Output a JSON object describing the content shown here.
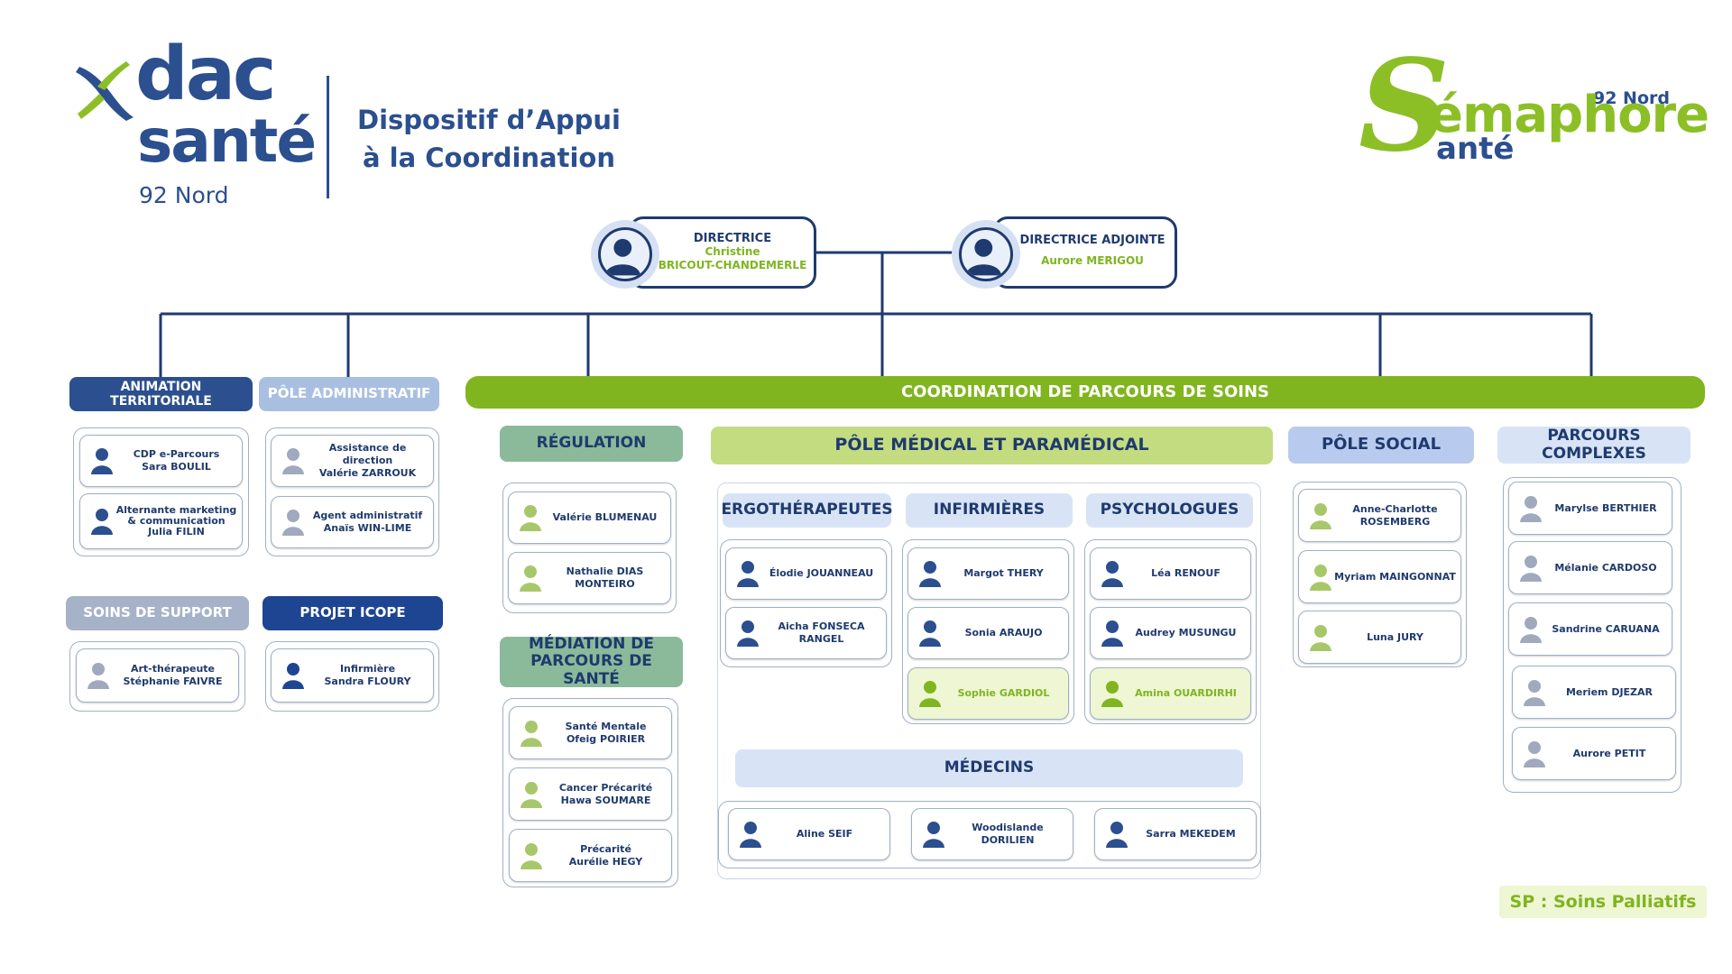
{
  "header": {
    "dac_logo": {
      "word": "dac",
      "word2": "santé",
      "sub": "92 Nord"
    },
    "title_line1": "Dispositif d’Appui",
    "title_line2": "à la Coordination",
    "semaphore_logo": {
      "s": "S",
      "word": "émaphore",
      "sante": "anté",
      "region": "92 Nord"
    }
  },
  "directors": [
    {
      "title": "DIRECTRICE",
      "name_line1": "Christine",
      "name_line2": "BRICOUT-CHANDEMERLE"
    },
    {
      "title": "DIRECTRICE ADJOINTE",
      "name_line1": "Aurore MERIGOU",
      "name_line2": ""
    }
  ],
  "colors": {
    "navy": "#1f3a6e",
    "green": "#80b51f",
    "lime_highlight": "#eef6d3",
    "person_icon_navy": "#2b4f8f",
    "person_icon_gray": "#a0a9bd",
    "person_icon_green": "#a7c86a"
  },
  "sections": {
    "animation": {
      "title": "ANIMATION TERRITORIALE",
      "people": [
        {
          "l1": "CDP e-Parcours",
          "l2": "Sara BOULIL",
          "icon": "navy"
        },
        {
          "l1": "Alternante marketing",
          "l2": "& communication",
          "l3": "Julia FILIN",
          "icon": "navy"
        }
      ]
    },
    "administratif": {
      "title": "PÔLE ADMINISTRATIF",
      "people": [
        {
          "l1": "Assistance de direction",
          "l2": "Valérie ZARROUK",
          "icon": "gray"
        },
        {
          "l1": "Agent administratif",
          "l2": "Anaïs WIN-LIME",
          "icon": "gray"
        }
      ]
    },
    "soins_support": {
      "title": "SOINS DE SUPPORT",
      "people": [
        {
          "l1": "Art-thérapeute",
          "l2": "Stéphanie FAIVRE",
          "icon": "gray"
        }
      ]
    },
    "icope": {
      "title": "PROJET ICOPE",
      "people": [
        {
          "l1": "Infirmière",
          "l2": "Sandra FLOURY",
          "icon": "navy"
        }
      ]
    },
    "coordination": {
      "title": "COORDINATION DE PARCOURS DE SOINS"
    },
    "regulation": {
      "title": "RÉGULATION",
      "people": [
        {
          "l1": "Valérie BLUMENAU",
          "icon": "green"
        },
        {
          "l1": "Nathalie DIAS MONTEIRO",
          "icon": "green"
        }
      ]
    },
    "mediation": {
      "title_line1": "MÉDIATION DE",
      "title_line2": "PARCOURS DE SANTÉ",
      "people": [
        {
          "l1": "Santé Mentale",
          "l2": "Ofeig POIRIER",
          "icon": "green"
        },
        {
          "l1": "Cancer Précarité",
          "l2": "Hawa SOUMARE",
          "icon": "green"
        },
        {
          "l1": "Précarité",
          "l2": "Aurélie HEGY",
          "icon": "green"
        }
      ]
    },
    "medical": {
      "title": "PÔLE MÉDICAL ET PARAMÉDICAL",
      "ergo": {
        "title": "ERGOTHÉRAPEUTES",
        "people": [
          {
            "l1": "Élodie JOUANNEAU",
            "icon": "navy"
          },
          {
            "l1": "Aicha FONSECA RANGEL",
            "icon": "navy"
          }
        ]
      },
      "infirmieres": {
        "title": "INFIRMIÈRES",
        "people": [
          {
            "l1": "Margot THERY",
            "icon": "navy"
          },
          {
            "l1": "Sonia ARAUJO",
            "icon": "navy"
          },
          {
            "l1": "Sophie GARDIOL",
            "icon": "green",
            "highlight": true
          }
        ]
      },
      "psychologues": {
        "title": "PSYCHOLOGUES",
        "people": [
          {
            "l1": "Léa RENOUF",
            "icon": "navy"
          },
          {
            "l1": "Audrey MUSUNGU",
            "icon": "navy"
          },
          {
            "l1": "Amina OUARDIRHI",
            "icon": "green",
            "highlight": true
          }
        ]
      },
      "medecins": {
        "title": "MÉDECINS",
        "people": [
          {
            "l1": "Aline SEIF",
            "icon": "navy"
          },
          {
            "l1": "Woodislande DORILIEN",
            "icon": "navy"
          },
          {
            "l1": "Sarra MEKEDEM",
            "icon": "navy"
          }
        ]
      }
    },
    "social": {
      "title": "PÔLE SOCIAL",
      "people": [
        {
          "l1": "Anne-Charlotte",
          "l2": "ROSEMBERG",
          "icon": "green"
        },
        {
          "l1": "Myriam MAINGONNAT",
          "icon": "green"
        },
        {
          "l1": "Luna JURY",
          "icon": "green"
        }
      ]
    },
    "complexes": {
      "title": "PARCOURS COMPLEXES",
      "people": [
        {
          "l1": "Marylse BERTHIER",
          "icon": "gray"
        },
        {
          "l1": "Mélanie CARDOSO",
          "icon": "gray"
        },
        {
          "l1": "Sandrine CARUANA",
          "icon": "gray"
        },
        {
          "l1": "Meriem DJEZAR",
          "icon": "gray"
        },
        {
          "l1": "Aurore PETIT",
          "icon": "gray"
        }
      ]
    }
  },
  "legend": {
    "note": "SP : Soins Palliatifs"
  }
}
